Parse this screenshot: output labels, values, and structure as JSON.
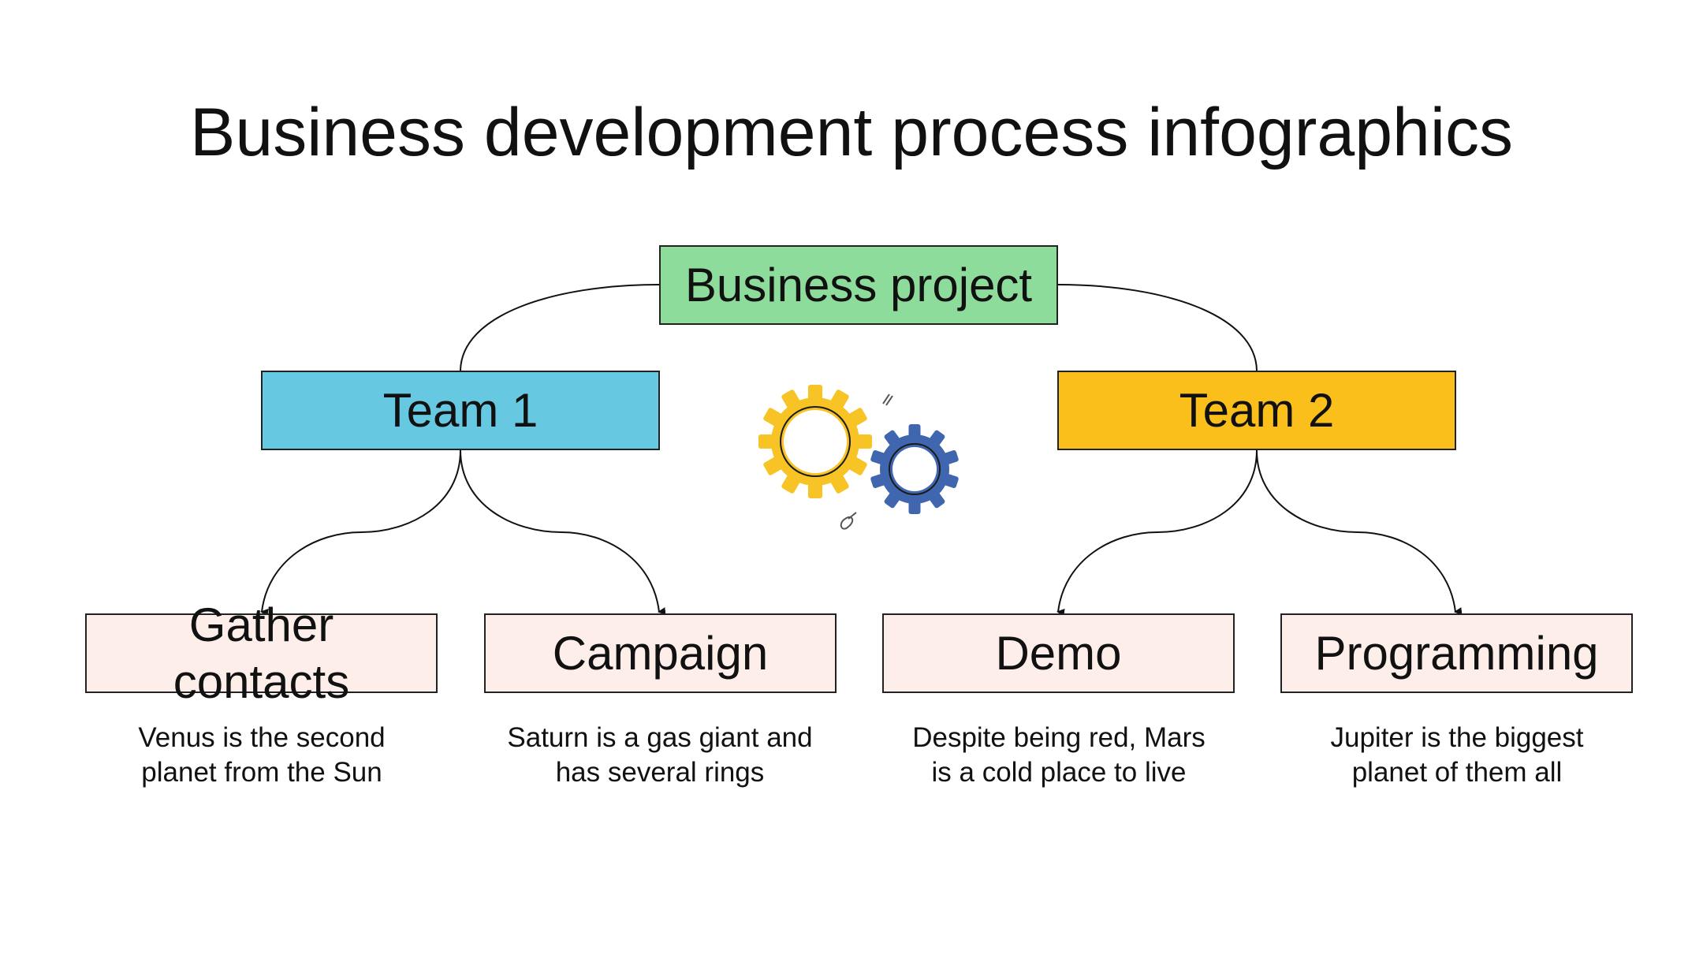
{
  "title": "Business development process infographics",
  "root": {
    "label": "Business project",
    "color": "#8edc9c"
  },
  "teams": [
    {
      "label": "Team 1",
      "color": "#67c9e1"
    },
    {
      "label": "Team 2",
      "color": "#fbbf1c"
    }
  ],
  "tasks": [
    {
      "label": "Gather contacts",
      "description_lines": [
        "Venus is the second",
        "planet from the Sun"
      ]
    },
    {
      "label": "Campaign",
      "description_lines": [
        "Saturn is a gas giant and",
        "has several rings"
      ]
    },
    {
      "label": "Demo",
      "description_lines": [
        "Despite being red, Mars",
        "is a cold place to live"
      ]
    },
    {
      "label": "Programming",
      "description_lines": [
        "Jupiter is the biggest",
        "planet of them all"
      ]
    }
  ],
  "task_color": "#fdeeea",
  "gear_colors": {
    "large": "#f7c325",
    "small": "#3f66ae"
  },
  "icons": [
    "gears-icon"
  ]
}
